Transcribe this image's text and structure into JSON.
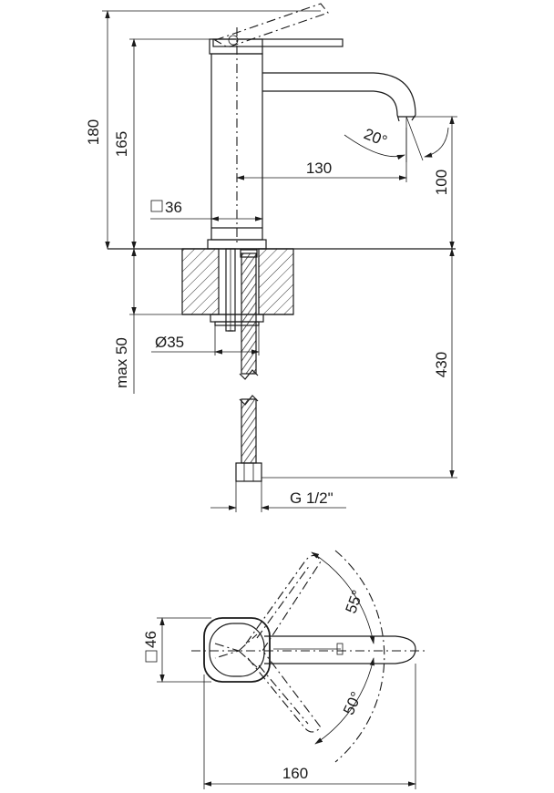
{
  "front_view": {
    "dim_total_height": "180",
    "dim_spout_height": "165",
    "dim_spout_reach": "130",
    "dim_clearance": "100",
    "dim_body_square": "36",
    "dim_spout_angle": "20°",
    "dim_max_thickness": "max 50",
    "dim_hole_diameter": "Ø35",
    "dim_mount_depth": "430",
    "dim_connection": "G 1/2\""
  },
  "top_view": {
    "dim_body_square": "46",
    "dim_angle_upper": "55°",
    "dim_angle_lower": "50°",
    "dim_length": "160"
  }
}
